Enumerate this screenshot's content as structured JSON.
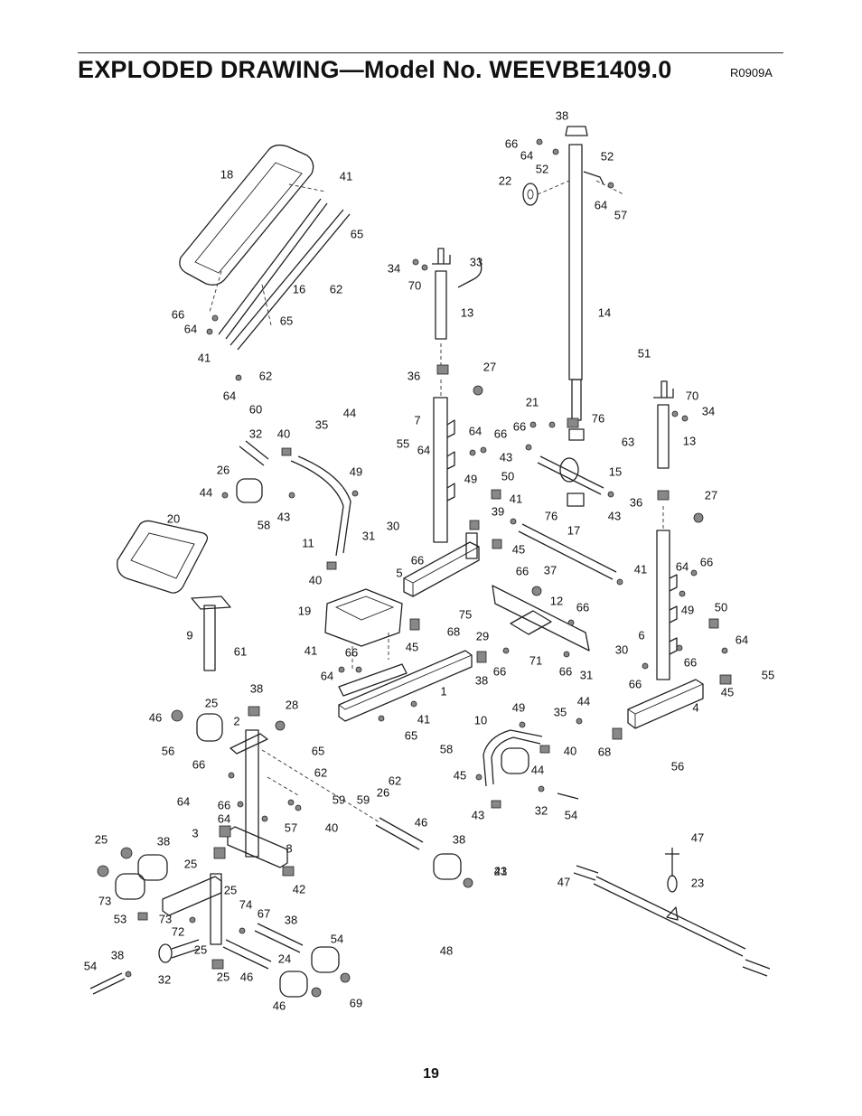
{
  "header": {
    "title": "EXPLODED DRAWING—Model No. WEEVBE1409.0",
    "code": "R0909A"
  },
  "footer": {
    "page_number": "19"
  },
  "callouts": [
    "38",
    "66",
    "64",
    "52",
    "52",
    "22",
    "64",
    "57",
    "18",
    "41",
    "65",
    "62",
    "16",
    "34",
    "33",
    "70",
    "13",
    "66",
    "64",
    "65",
    "41",
    "62",
    "64",
    "60",
    "14",
    "36",
    "27",
    "51",
    "70",
    "34",
    "13",
    "7",
    "21",
    "66",
    "76",
    "63",
    "43",
    "15",
    "43",
    "76",
    "36",
    "27",
    "32",
    "40",
    "35",
    "44",
    "55",
    "64",
    "64",
    "66",
    "49",
    "26",
    "44",
    "49",
    "50",
    "58",
    "43",
    "11",
    "41",
    "39",
    "31",
    "30",
    "45",
    "17",
    "66",
    "20",
    "5",
    "40",
    "66",
    "37",
    "41",
    "64",
    "66",
    "12",
    "66",
    "50",
    "49",
    "75",
    "29",
    "68",
    "19",
    "45",
    "9",
    "61",
    "41",
    "66",
    "64",
    "38",
    "66",
    "71",
    "66",
    "30",
    "31",
    "66",
    "6",
    "64",
    "66",
    "55",
    "45",
    "38",
    "28",
    "25",
    "46",
    "2",
    "1",
    "41",
    "65",
    "49",
    "44",
    "35",
    "10",
    "58",
    "40",
    "4",
    "56",
    "66",
    "65",
    "62",
    "62",
    "59",
    "59",
    "26",
    "44",
    "45",
    "68",
    "56",
    "64",
    "66",
    "64",
    "57",
    "40",
    "43",
    "32",
    "54",
    "46",
    "25",
    "38",
    "3",
    "8",
    "25",
    "38",
    "42",
    "73",
    "25",
    "74",
    "54",
    "67",
    "38",
    "73",
    "53",
    "72",
    "25",
    "24",
    "43",
    "32",
    "38",
    "54",
    "25",
    "46",
    "46",
    "69",
    "21",
    "48",
    "47",
    "23",
    "47"
  ]
}
